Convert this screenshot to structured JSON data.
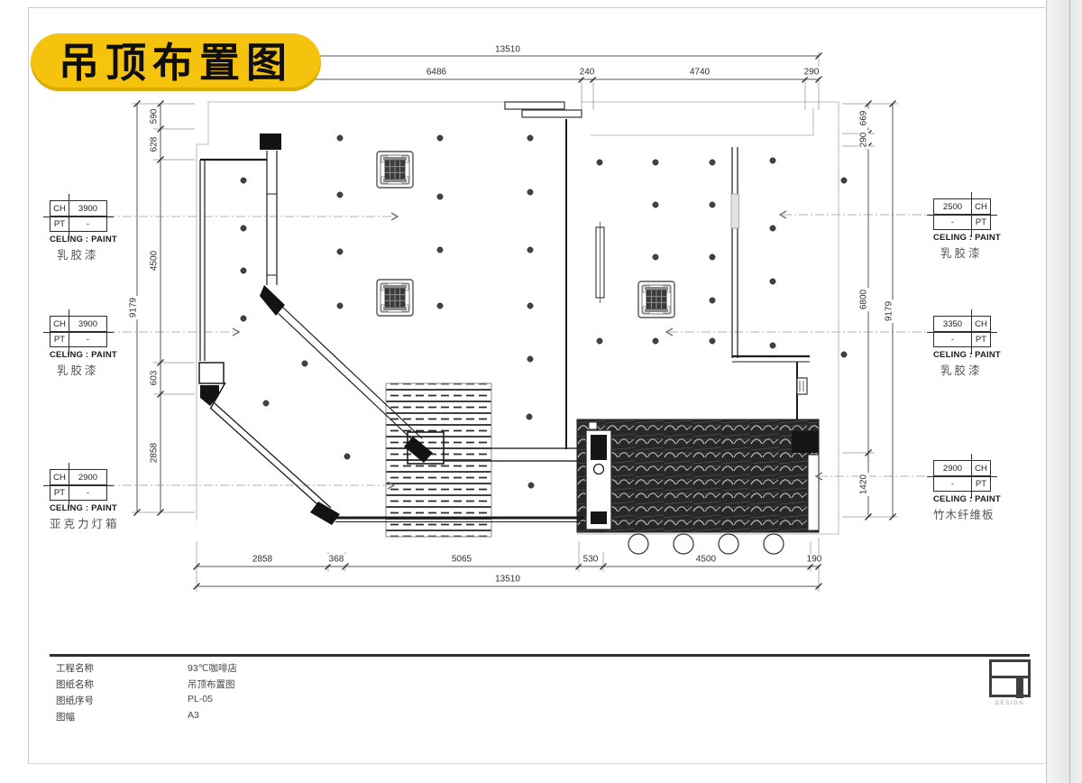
{
  "badge": {
    "title": "吊顶布置图"
  },
  "dimensions": {
    "top": {
      "overall": "13510",
      "segments": [
        "6486",
        "240",
        "4740",
        "290"
      ]
    },
    "bottom": {
      "overall": "13510",
      "segments": [
        "2858",
        "368",
        "5065",
        "530",
        "4500",
        "190"
      ]
    },
    "left": {
      "overall": "9179",
      "segments": [
        "590",
        "628",
        "4500",
        "603",
        "2858"
      ]
    },
    "right": {
      "overall": "9179",
      "segments": [
        "669",
        "290",
        "6800",
        "1420"
      ]
    }
  },
  "annotations": {
    "ch_label": "CH",
    "pt_label": "PT",
    "left": [
      {
        "ch": "3900",
        "pt": "-",
        "line1": "CELING : PAINT",
        "line2": "乳胶漆"
      },
      {
        "ch": "3900",
        "pt": "-",
        "line1": "CELING : PAINT",
        "line2": "乳胶漆"
      },
      {
        "ch": "2900",
        "pt": "-",
        "line1": "CELING : PAINT",
        "line2": "亚克力灯箱"
      }
    ],
    "right": [
      {
        "ch": "2500",
        "pt": "-",
        "line1": "CELING : PAINT",
        "line2": "乳胶漆"
      },
      {
        "ch": "3350",
        "pt": "-",
        "line1": "CELING : PAINT",
        "line2": "乳胶漆"
      },
      {
        "ch": "2900",
        "pt": "-",
        "line1": "CELING : PAINT",
        "line2": "竹木纤维板"
      }
    ]
  },
  "title_block": {
    "rows": [
      {
        "label": "工程名称",
        "value": "93℃咖啡店"
      },
      {
        "label": "图纸名称",
        "value": "吊顶布置图"
      },
      {
        "label": "图纸序号",
        "value": "PL-05"
      },
      {
        "label": "图幅",
        "value": "A3"
      }
    ],
    "logo_text": "DESIGN"
  }
}
